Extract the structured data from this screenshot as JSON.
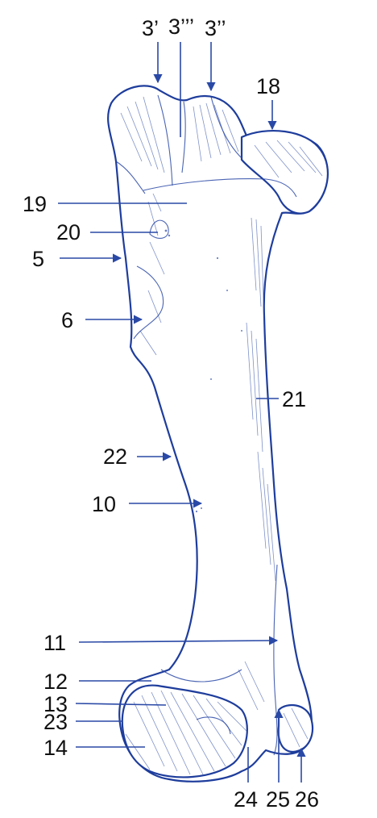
{
  "figure": {
    "ink_color": "#1e3d9c",
    "labels": {
      "l3p": "3’",
      "l3ppp": "3’’’",
      "l3pp": "3’’",
      "l18": "18",
      "l19": "19",
      "l20": "20",
      "l5": "5",
      "l6": "6",
      "l21": "21",
      "l22": "22",
      "l10": "10",
      "l11": "11",
      "l12": "12",
      "l13": "13",
      "l23": "23",
      "l14": "14",
      "l24": "24",
      "l25": "25",
      "l26": "26"
    }
  }
}
